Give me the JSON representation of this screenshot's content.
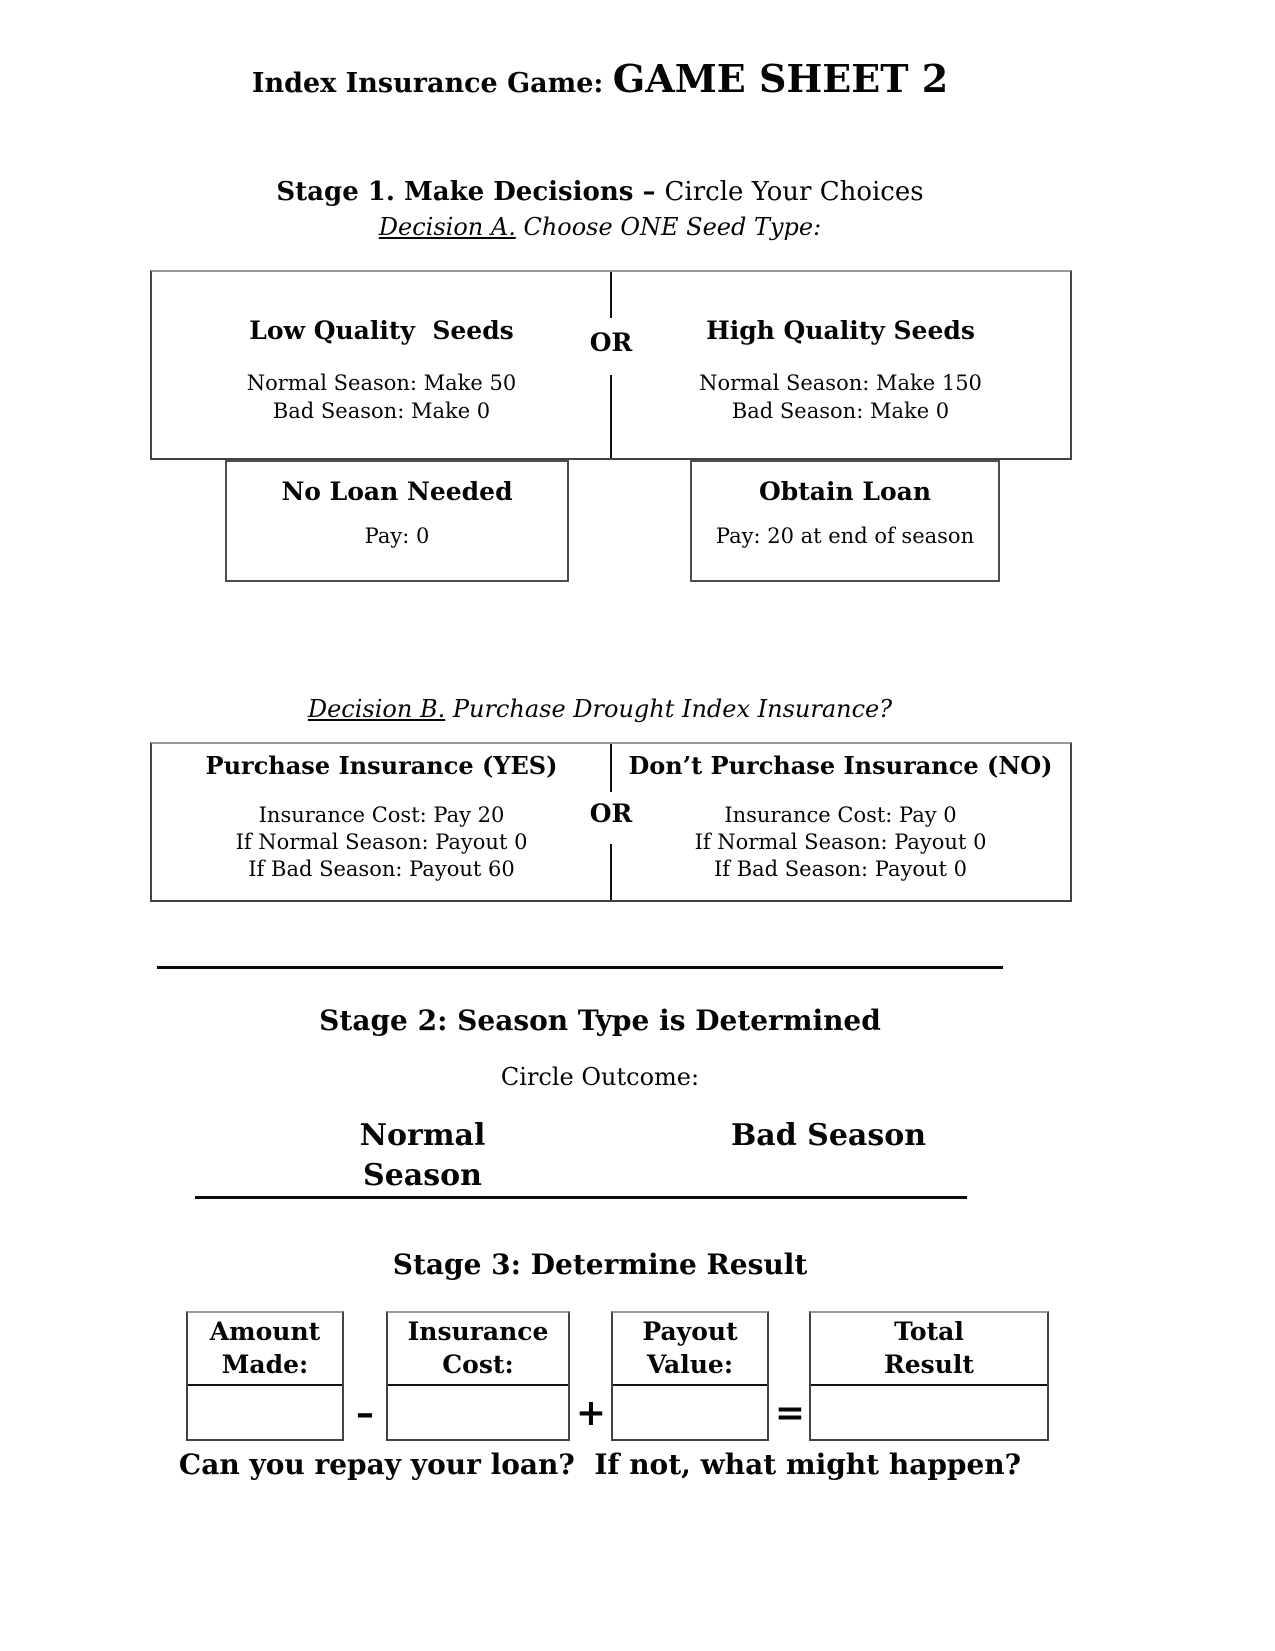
{
  "title": {
    "prefix": "Index Insurance Game: ",
    "main": "GAME SHEET 2"
  },
  "stage1": {
    "heading_bold": "Stage 1. Make Decisions – ",
    "heading_regular": "Circle Your Choices",
    "decision_a": {
      "label": "Decision A.",
      "prompt": " Choose ONE Seed Type:",
      "or_label": "OR",
      "left": {
        "title": "Low Quality  Seeds",
        "lines": [
          "Normal Season: Make 50",
          "Bad Season: Make 0"
        ]
      },
      "right": {
        "title": "High Quality Seeds",
        "lines": [
          "Normal Season: Make 150",
          "Bad Season: Make 0"
        ]
      }
    },
    "loan": {
      "left": {
        "title": "No Loan Needed",
        "line": "Pay: 0"
      },
      "right": {
        "title": "Obtain Loan",
        "line": "Pay: 20 at end of season"
      }
    },
    "decision_b": {
      "label": "Decision B.",
      "prompt": " Purchase Drought Index Insurance?",
      "or_label": "OR",
      "left": {
        "title": "Purchase Insurance (YES)",
        "lines": [
          "Insurance Cost: Pay 20",
          "If Normal Season: Payout 0",
          "If Bad Season: Payout 60"
        ]
      },
      "right": {
        "title": "Don’t Purchase Insurance (NO)",
        "lines": [
          "Insurance Cost: Pay 0",
          "If Normal Season: Payout 0",
          "If Bad Season: Payout 0"
        ]
      }
    }
  },
  "stage2": {
    "heading": "Stage 2: Season Type is Determined",
    "prompt": "Circle Outcome:",
    "options": [
      "Normal Season",
      "Bad Season"
    ]
  },
  "stage3": {
    "heading": "Stage 3: Determine Result",
    "columns": [
      {
        "label_lines": [
          "Amount",
          "Made:"
        ],
        "value": ""
      },
      {
        "label_lines": [
          "Insurance",
          "Cost:"
        ],
        "value": ""
      },
      {
        "label_lines": [
          "Payout",
          "Value:"
        ],
        "value": ""
      },
      {
        "label_lines": [
          "Total",
          "Result"
        ],
        "value": ""
      }
    ],
    "operators": [
      "–",
      "+",
      "="
    ],
    "question": "Can you repay your loan?  If not, what might happen?"
  },
  "colors": {
    "text": "#050505",
    "border": "#424242",
    "divider": "#0b0b0b"
  }
}
